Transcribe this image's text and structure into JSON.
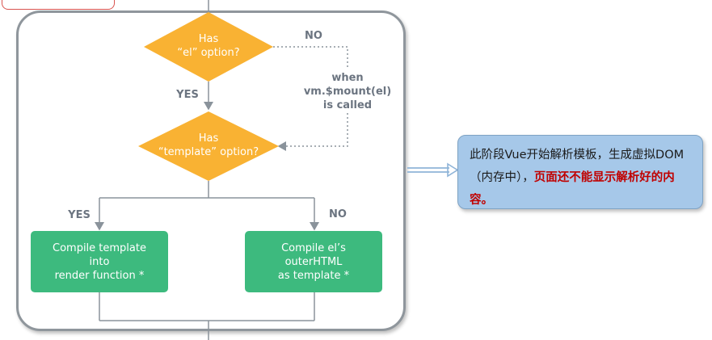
{
  "decision1": {
    "line1": "Has",
    "line2": "“el” option?"
  },
  "decision2": {
    "line1": "Has",
    "line2": "“template” option?"
  },
  "labels": {
    "no_top": "NO",
    "yes_mid": "YES",
    "when_line1": "when",
    "when_line2": "vm.$mount(el)",
    "when_line3": "is called",
    "yes_left": "YES",
    "no_right": "NO"
  },
  "compile_template": {
    "line1": "Compile template",
    "line2": "into",
    "line3": "render function *"
  },
  "compile_el": {
    "line1": "Compile el’s",
    "line2": "outerHTML",
    "line3": "as template *"
  },
  "note": {
    "normal": "此阶段Vue开始解析模板，生成虚拟DOM（内存中），",
    "highlight": "页面还不能显示解析好的内容。"
  },
  "colors": {
    "diamond": "#f9b233",
    "green": "#3dba7e",
    "connector": "#8a939b",
    "note_bg": "#a6c8e9",
    "highlight": "#c00000"
  }
}
